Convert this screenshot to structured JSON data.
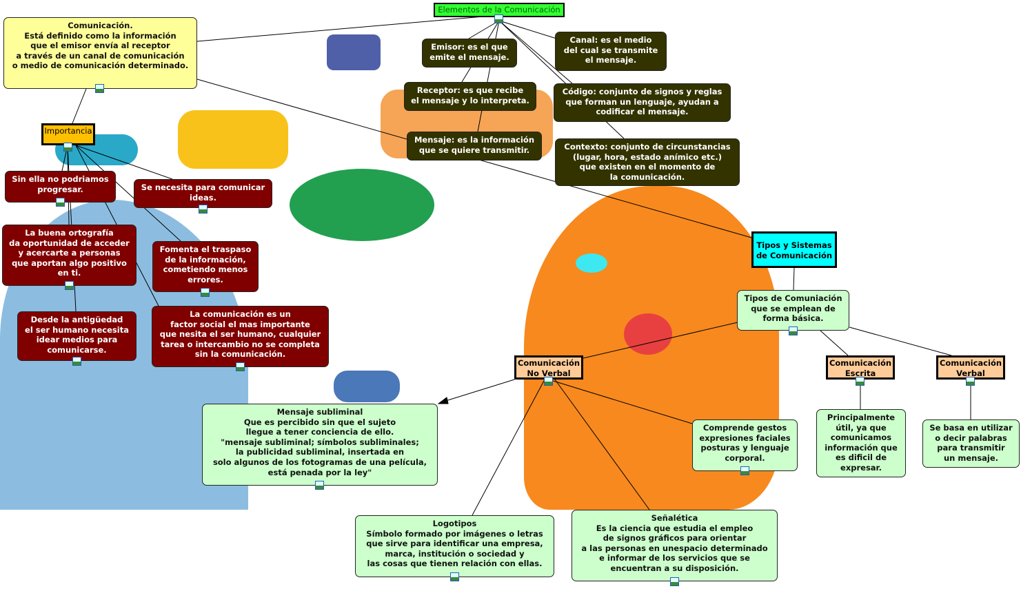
{
  "title": "Elementos de la Comunicación",
  "nodes": {
    "comunicacion": "Comunicación.\nEstá definido como la información\nque el emisor envía al receptor\na través de un canal de comunicación\no medio de comunicación determinado.",
    "importancia": "Importancia",
    "emisor": "Emisor:  es el que\nemite el mensaje.",
    "canal": "Canal: es el medio\ndel cual se transmite\nel mensaje.",
    "receptor": "Receptor:  es que recibe\nel mensaje y lo interpreta.",
    "codigo": "Código: conjunto de signos y reglas\nque forman un lenguaje, ayudan a\ncodificar el mensaje.",
    "mensaje": "Mensaje: es la información\nque se quiere transmitir.",
    "contexto": "Contexto: conjunto de circunstancias\n(lugar, hora, estado anímico etc.)\nque existen en el momento de\nla comunicación.",
    "sin_ella": "Sin ella no podriamos\nprogresar.",
    "se_necesita": "Se necesita para comunicar\nideas.",
    "ortografia": "La buena ortografía\nda oportunidad de acceder\ny acercarte a personas\nque aportan algo positivo\nen ti.",
    "fomenta": "Fomenta el traspaso\nde la información,\ncometiendo menos\nerrores.",
    "desde": "Desde la antigüedad\nel ser humano necesita\nidear medios para\ncomunicarse.",
    "factor": "La comunicación es un\nfactor social el mas importante\nque nesita el ser humano, cualquier\ntarea o intercambio no se completa\nsin la comunicación.",
    "tipos_sistemas": "Tipos y Sistemas\nde Comunicación",
    "tipos_basica": "Tipos de Comuniación\nque se emplean de\nforma básica.",
    "no_verbal": "Comunicación\nNo Verbal",
    "escrita": "Comunicación\nEscrita",
    "verbal": "Comunicación\nVerbal",
    "subliminal": "Mensaje subliminal\nQue es percibido sin que el sujeto\nllegue a tener conciencia de ello.\n\"mensaje subliminal; símbolos subliminales;\nla publicidad subliminal, insertada en\nsolo algunos de los fotogramas de una película,\nestá penada por la ley\"",
    "comprende": "Comprende gestos\nexpresiones faciales\nposturas y lenguaje\ncorporal.",
    "principalmente": "Principalmente\nútil, ya que\ncomunicamos\ninformación que\nes dificil de\nexpresar.",
    "se_basa": "Se basa en utilizar\no decir palabras\npara transmitir\nun mensaje.",
    "logotipos": "Logotipos\nSímbolo formado por imágenes o letras\nque sirve para identificar una empresa,\nmarca, institución o sociedad y\nlas cosas que tienen relación con ellas.",
    "senaletica": "Señalética\nEs la ciencia que estudia el empleo\nde signos gráficos para orientar\na las personas en unespacio determinado\ne informar de los servicios que se\nencuentran a su disposición."
  },
  "colors": {
    "title": "#33ff33",
    "dark": "#333300",
    "red": "#800000",
    "yellow": "#ffff99",
    "green": "#ccffcc",
    "cyan": "#00ffff",
    "peach": "#ffcc99",
    "orange": "#ffc000"
  }
}
